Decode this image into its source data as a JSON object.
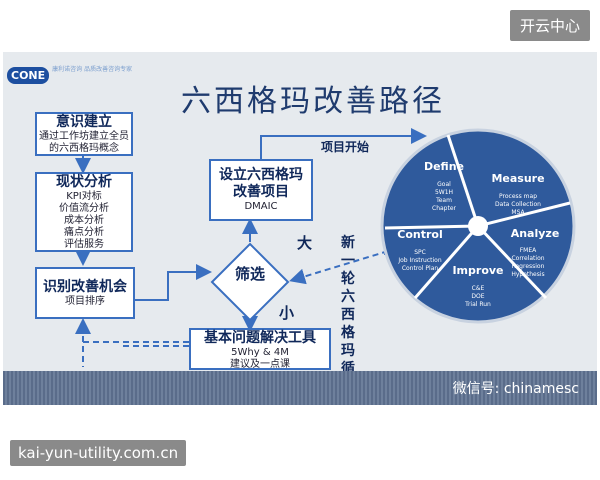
{
  "top_badge": "开云中心",
  "bottom_caption": "kai-yun-utility.com.cn",
  "logo": {
    "mark": "CONE",
    "text": "康利诺咨询 品质改善咨询专家"
  },
  "title": "六西格玛改善路径",
  "left_boxes": [
    {
      "title": "意识建立",
      "lines": [
        "通过工作坊建立全员",
        "的六西格玛概念"
      ]
    },
    {
      "title": "现状分析",
      "lines": [
        "KPI对标",
        "价值流分析",
        "成本分析",
        "痛点分析",
        "评估服务"
      ]
    },
    {
      "title": "识别改善机会",
      "lines": [
        "项目排序"
      ]
    }
  ],
  "project_box": {
    "title1": "设立六西格玛",
    "title2": "改善项目",
    "sub": "DMAIC"
  },
  "screen_label": "筛选",
  "big_label": "大",
  "small_label": "小",
  "project_start": "项目开始",
  "tool_box": {
    "title": "基本问题解决工具",
    "line1": "5Why & 4M",
    "line2": "建议及一点课"
  },
  "cycle_text": "新一轮六西格玛循环",
  "wheel": {
    "define": {
      "title": "Define",
      "items": [
        "Goal",
        "5W1H",
        "Team",
        "Chapter"
      ]
    },
    "measure": {
      "title": "Measure",
      "items": [
        "Process map",
        "Data Collection",
        "MSA"
      ]
    },
    "analyze": {
      "title": "Analyze",
      "items": [
        "FMEA",
        "Correlation",
        "Regression",
        "Hypothesis"
      ]
    },
    "improve": {
      "title": "Improve",
      "items": [
        "C&E",
        "DOE",
        "Trial Run"
      ]
    },
    "control": {
      "title": "Control",
      "items": [
        "SPC",
        "Job Instruction",
        "Control Plan"
      ]
    }
  },
  "wechat": "微信号: chinamesc"
}
